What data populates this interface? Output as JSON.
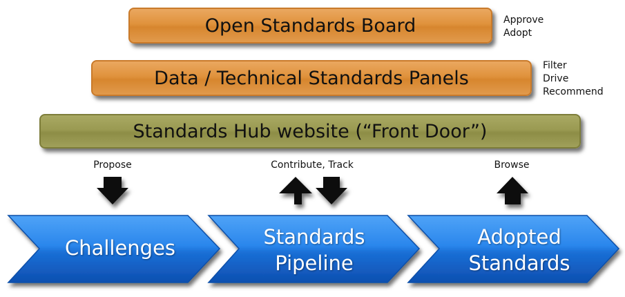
{
  "governance": {
    "board": {
      "title": "Open Standards Board",
      "notes": [
        "Approve",
        "Adopt"
      ]
    },
    "panels": {
      "title": "Data / Technical Standards Panels",
      "notes": [
        "Filter",
        "Drive",
        "Recommend"
      ]
    },
    "hub": {
      "title": "Standards Hub website (“Front Door”)"
    }
  },
  "flows": {
    "propose": "Propose",
    "contribute_track": "Contribute, Track",
    "browse": "Browse"
  },
  "pipeline": {
    "stages": [
      {
        "lines": [
          "Challenges"
        ]
      },
      {
        "lines": [
          "Standards",
          "Pipeline"
        ]
      },
      {
        "lines": [
          "Adopted",
          "Standards"
        ]
      }
    ]
  },
  "colors": {
    "orange": "#e0923c",
    "olive": "#9a9a52",
    "blue": "#1e78e0",
    "arrow": "#111111"
  }
}
